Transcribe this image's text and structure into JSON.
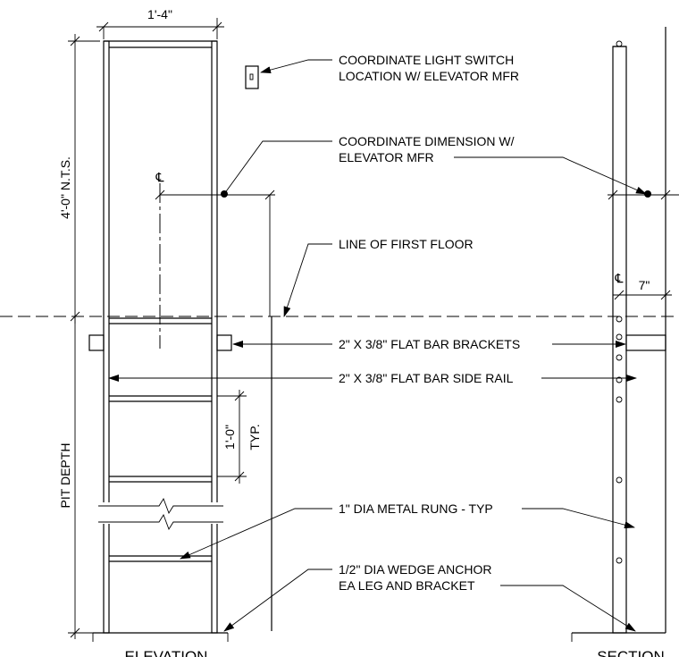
{
  "dimensions": {
    "width": "1'-4\"",
    "height_above": "4'-0\" N.T.S.",
    "rung_spacing": "1'-0\"",
    "rung_spacing_note": "TYP.",
    "pit_depth": "PIT DEPTH",
    "offset": "7\""
  },
  "centerline_symbol": "℄",
  "callouts": {
    "light_switch": [
      "COORDINATE LIGHT SWITCH",
      "LOCATION W/ ELEVATOR MFR"
    ],
    "coordinate_dimension": [
      "COORDINATE DIMENSION W/",
      "ELEVATOR MFR"
    ],
    "first_floor": "LINE OF FIRST FLOOR",
    "brackets": "2\" X 3/8\" FLAT BAR BRACKETS",
    "side_rail": "2\" X 3/8\" FLAT BAR SIDE RAIL",
    "rung": "1\" DIA METAL RUNG - TYP",
    "anchor": [
      "1/2\" DIA WEDGE ANCHOR",
      "EA LEG AND BRACKET"
    ]
  },
  "view_titles": {
    "elevation": "ELEVATION",
    "section": "SECTION"
  }
}
